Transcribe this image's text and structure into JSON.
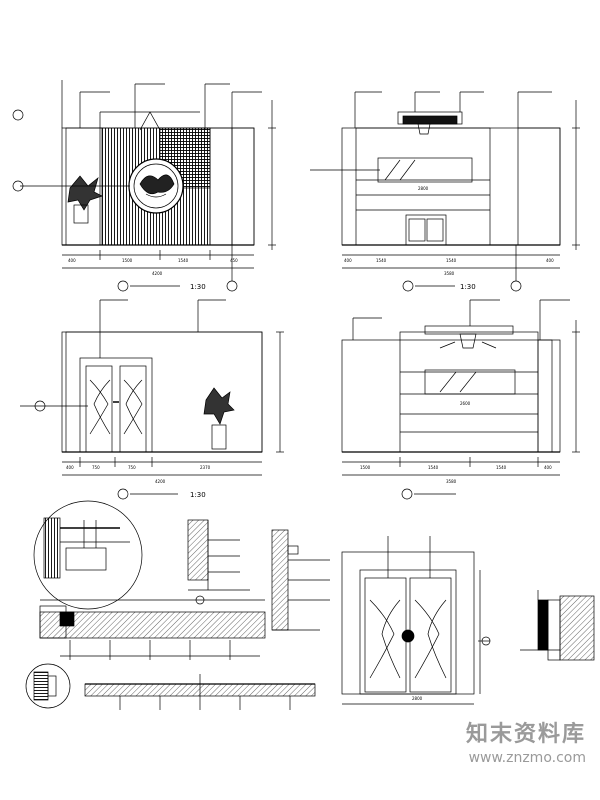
{
  "drawing": {
    "scale_top_left": "1:30",
    "scale_top_right": "1:30",
    "scale_middle": "1:30",
    "dims_top_left": [
      "400",
      "1500",
      "1540",
      "450",
      "4200"
    ],
    "dims_top_right": [
      "400",
      "1540",
      "1540",
      "400",
      "3580"
    ],
    "dims_mid_left": [
      "400",
      "750",
      "750",
      "2370",
      "4200"
    ],
    "dims_mid_right": [
      "1500",
      "1540",
      "1540",
      "400",
      "3580"
    ],
    "dim_mirror_width": "2800",
    "dim_cabinet_width": "2800",
    "dim_glass_width": "2600"
  },
  "watermark": {
    "title": "知末资料库",
    "url": "www.znzmo.com"
  }
}
